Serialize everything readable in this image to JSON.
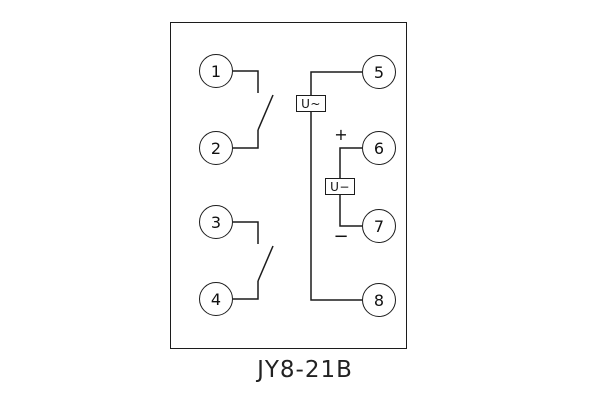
{
  "diagram": {
    "caption": "JY8-21B",
    "terminals": [
      {
        "label": "1"
      },
      {
        "label": "2"
      },
      {
        "label": "3"
      },
      {
        "label": "4"
      },
      {
        "label": "5"
      },
      {
        "label": "6"
      },
      {
        "label": "7"
      },
      {
        "label": "8"
      }
    ],
    "labels": {
      "ac_voltage": "U~",
      "dc_voltage": "U−",
      "plus": "+",
      "minus": "−"
    },
    "colors": {
      "line": "#1c1c1c",
      "background": "#ffffff"
    }
  }
}
